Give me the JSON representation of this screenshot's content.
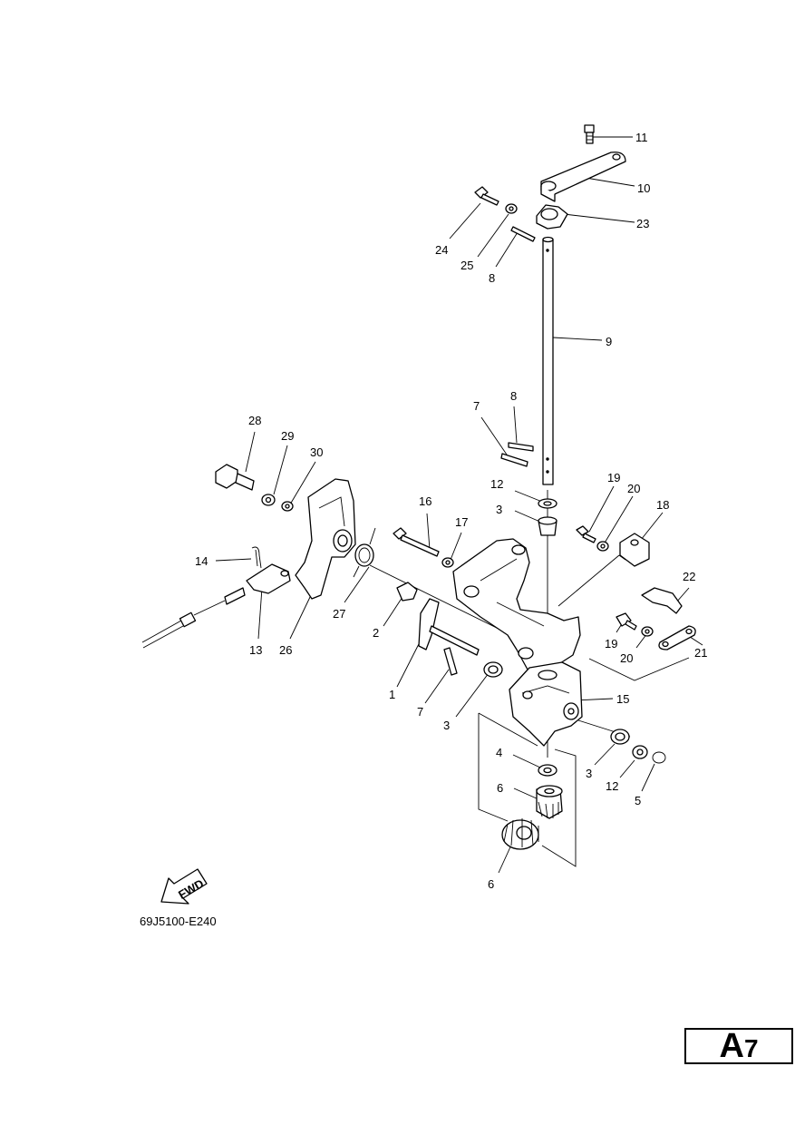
{
  "callouts": [
    "11",
    "10",
    "23",
    "24",
    "25",
    "8",
    "9",
    "8",
    "7",
    "12",
    "3",
    "19",
    "20",
    "18",
    "16",
    "17",
    "28",
    "29",
    "30",
    "14",
    "13",
    "26",
    "27",
    "2",
    "1",
    "7",
    "3",
    "22",
    "19",
    "20",
    "21",
    "15",
    "4",
    "3",
    "12",
    "5",
    "6",
    "6"
  ],
  "direction_arrow": {
    "label": "FWD",
    "icon": "arrow-icon"
  },
  "diagram_code": "69J5100-E240",
  "page_label": {
    "letter": "A",
    "number": "7"
  }
}
